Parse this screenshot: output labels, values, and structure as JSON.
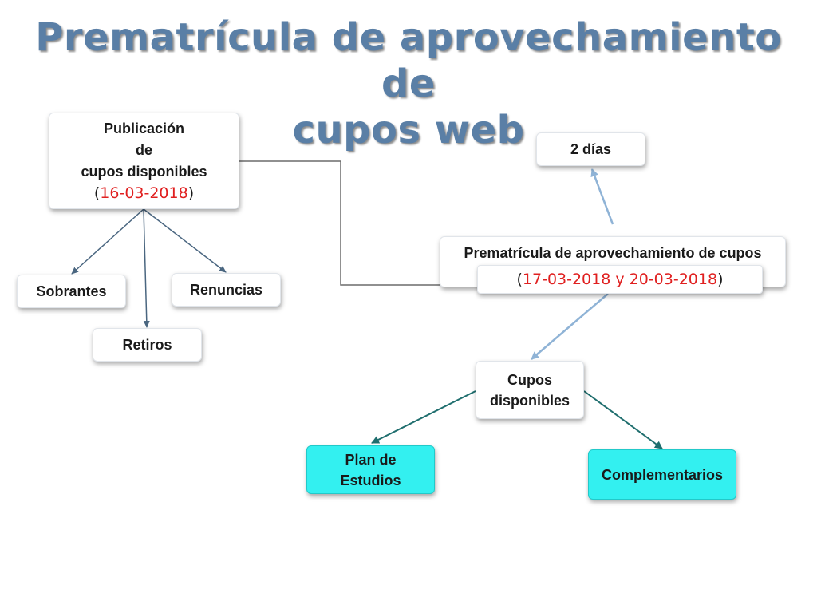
{
  "title": {
    "line1": "Prematrícula de aprovechamiento de",
    "line2": "cupos web"
  },
  "nodes": {
    "publicacion": {
      "line1": "Publicación",
      "line2": "de",
      "line3": "cupos disponibles",
      "date_open": "(",
      "date": "16-03-2018",
      "date_close": ")"
    },
    "sobrantes": "Sobrantes",
    "retiros": "Retiros",
    "renuncias": "Renuncias",
    "dos_dias": "2 días",
    "prematricula": {
      "label": "Prematrícula de aprovechamiento de cupos",
      "date_open": "(",
      "date": "17-03-2018 y 20-03-2018",
      "date_close": ")"
    },
    "cupos": {
      "line1": "Cupos",
      "line2": "disponibles"
    },
    "plan": {
      "line1": "Plan de",
      "line2": "Estudios"
    },
    "complementarios": "Complementarios"
  },
  "colors": {
    "title": "#5a7fa6",
    "date": "#e02020",
    "cyan_node": "#33f0f0",
    "connector_gray": "#6b6b6b",
    "connector_blue": "#8fb3d6",
    "connector_slate": "#4a6680",
    "connector_teal": "#1f6e6e"
  }
}
